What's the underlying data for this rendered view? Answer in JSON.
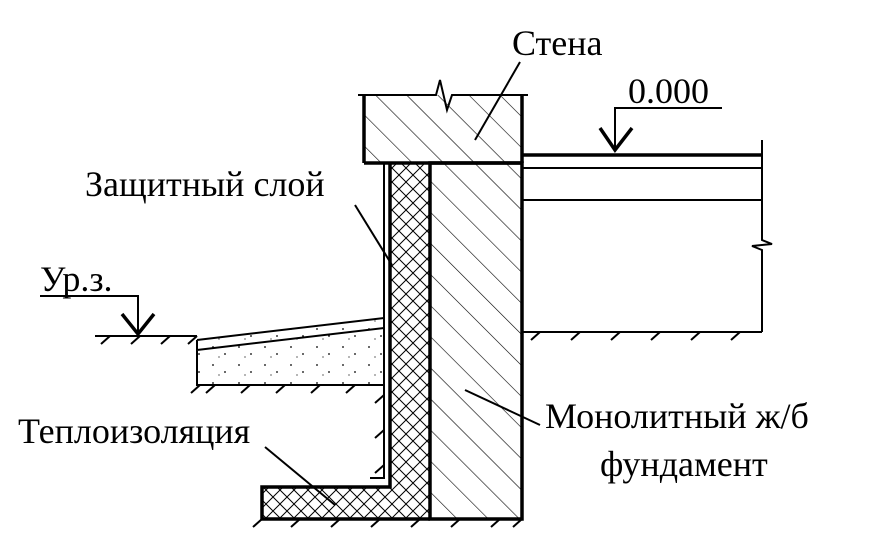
{
  "labels": {
    "wall": "Стена",
    "level": "0.000",
    "protective_layer": "Защитный слой",
    "ground_level": "Ур.з.",
    "insulation": "Теплоизоляция",
    "foundation_line1": "Монолитный ж/б",
    "foundation_line2": "фундамент"
  },
  "colors": {
    "stroke": "#000000",
    "background": "#ffffff"
  }
}
